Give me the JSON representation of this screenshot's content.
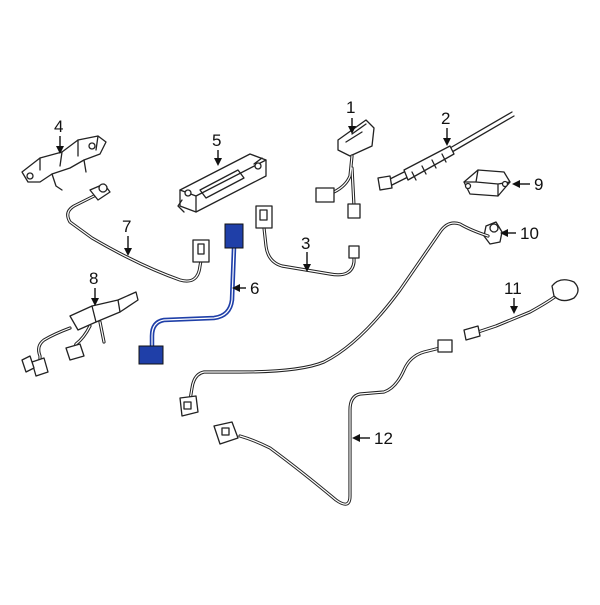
{
  "diagram": {
    "callouts": [
      "1",
      "2",
      "3",
      "4",
      "5",
      "6",
      "7",
      "8",
      "9",
      "10",
      "11",
      "12"
    ],
    "highlight_color": "#1f3fa8",
    "highlighted_part": "6"
  }
}
